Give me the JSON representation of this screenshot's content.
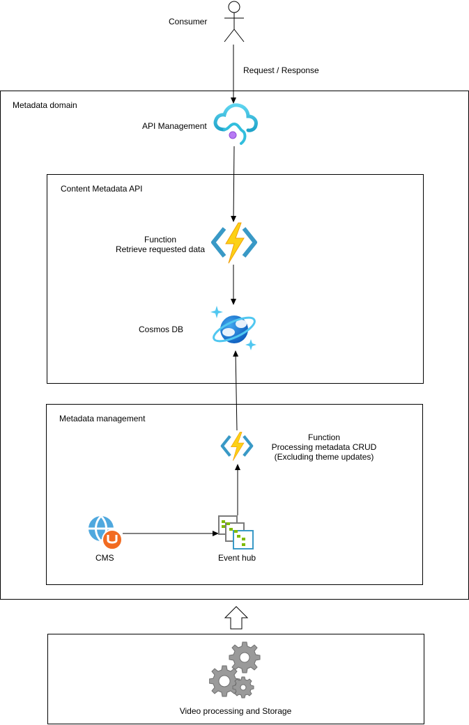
{
  "consumer": {
    "label": "Consumer"
  },
  "edge_request": {
    "label": "Request / Response"
  },
  "metadata_domain": {
    "title": "Metadata domain"
  },
  "api_management": {
    "label": "API Management"
  },
  "content_metadata_api": {
    "title": "Content Metadata API"
  },
  "function_retrieve": {
    "line1": "Function",
    "line2": "Retrieve requested data"
  },
  "cosmos_db": {
    "label": "Cosmos DB"
  },
  "metadata_management": {
    "title": "Metadata management"
  },
  "function_processing": {
    "line1": "Function",
    "line2": "Processing metadata CRUD",
    "line3": "(Excluding theme updates)"
  },
  "cms": {
    "label": "CMS"
  },
  "event_hub": {
    "label": "Event hub"
  },
  "video_processing": {
    "label": "Video processing and Storage"
  },
  "icons": [
    "user-icon",
    "cloud-api-management-icon",
    "azure-function-icon",
    "cosmos-db-icon",
    "cms-icon",
    "event-hub-icon",
    "gears-icon",
    "upload-arrow-icon"
  ],
  "colors": {
    "line": "#000000",
    "function_blue": "#3999C6",
    "bolt_yellow": "#FCD116",
    "cosmos_blue": "#1B7BD4",
    "cloud_cyan": "#32BEDD",
    "cms_orange": "#F26B21",
    "gear_gray": "#9A9A9A"
  }
}
